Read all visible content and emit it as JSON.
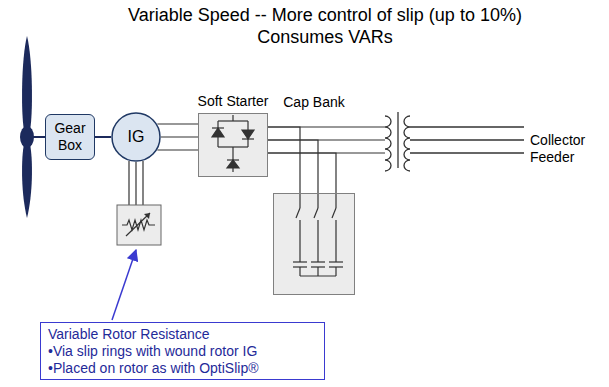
{
  "diagram": {
    "title": "Variable Speed -- More control of slip (up to 10%) Consumes VARs",
    "nodes": [
      {
        "text": [
          "Gear Box"
        ]
      },
      {
        "text": [
          "IG"
        ]
      },
      {
        "text": [
          "Soft Starter"
        ]
      },
      {
        "text": [
          "Cap Bank"
        ]
      },
      {
        "text": [
          "Variable Rotor Resistance",
          "•Via slip rings with wound rotor IG",
          "•Placed on rotor as with OptiSlip®"
        ]
      }
    ],
    "edges": [
      {
        "from": 0,
        "to": 1,
        "arrow": "none"
      },
      {
        "from": 1,
        "to": 2,
        "arrow": "none"
      },
      {
        "from": 2,
        "to": 3,
        "arrow": "none"
      }
    ],
    "labels": [
      "Collector Feeder"
    ]
  }
}
